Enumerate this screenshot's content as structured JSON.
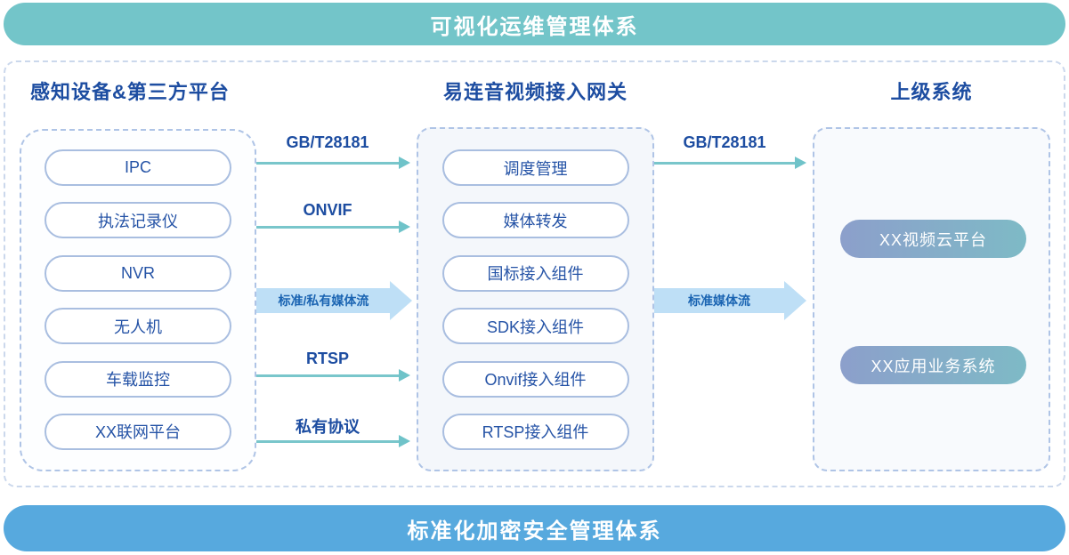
{
  "top_banner": "可视化运维管理体系",
  "bottom_banner": "标准化加密安全管理体系",
  "left_column": {
    "title": "感知设备&第三方平台",
    "items": [
      "IPC",
      "执法记录仪",
      "NVR",
      "无人机",
      "车载监控",
      "XX联网平台"
    ]
  },
  "gateway_column": {
    "title": "易连音视频接入网关",
    "items": [
      "调度管理",
      "媒体转发",
      "国标接入组件",
      "SDK接入组件",
      "Onvif接入组件",
      "RTSP接入组件"
    ]
  },
  "upper_column": {
    "title": "上级系统",
    "items": [
      "XX视频云平台",
      "XX应用业务系统"
    ]
  },
  "flows_left": {
    "gbt": "GB/T28181",
    "onvif": "ONVIF",
    "media_stream": "标准/私有媒体流",
    "rtsp": "RTSP",
    "private": "私有协议"
  },
  "flows_right": {
    "gbt": "GB/T28181",
    "media_stream": "标准媒体流"
  },
  "colors": {
    "top_banner_bg": "#73C5C9",
    "bottom_banner_bg": "#57A9DE",
    "heading_text": "#1D4DA1",
    "pill_border": "#A9BEE0",
    "pill_text": "#2553A6",
    "arrow_line": "#6FC3C9",
    "big_arrow_fill": "#BEDFF6",
    "gradient_pill_start": "#8C9FCB",
    "gradient_pill_end": "#7EBAC6"
  }
}
